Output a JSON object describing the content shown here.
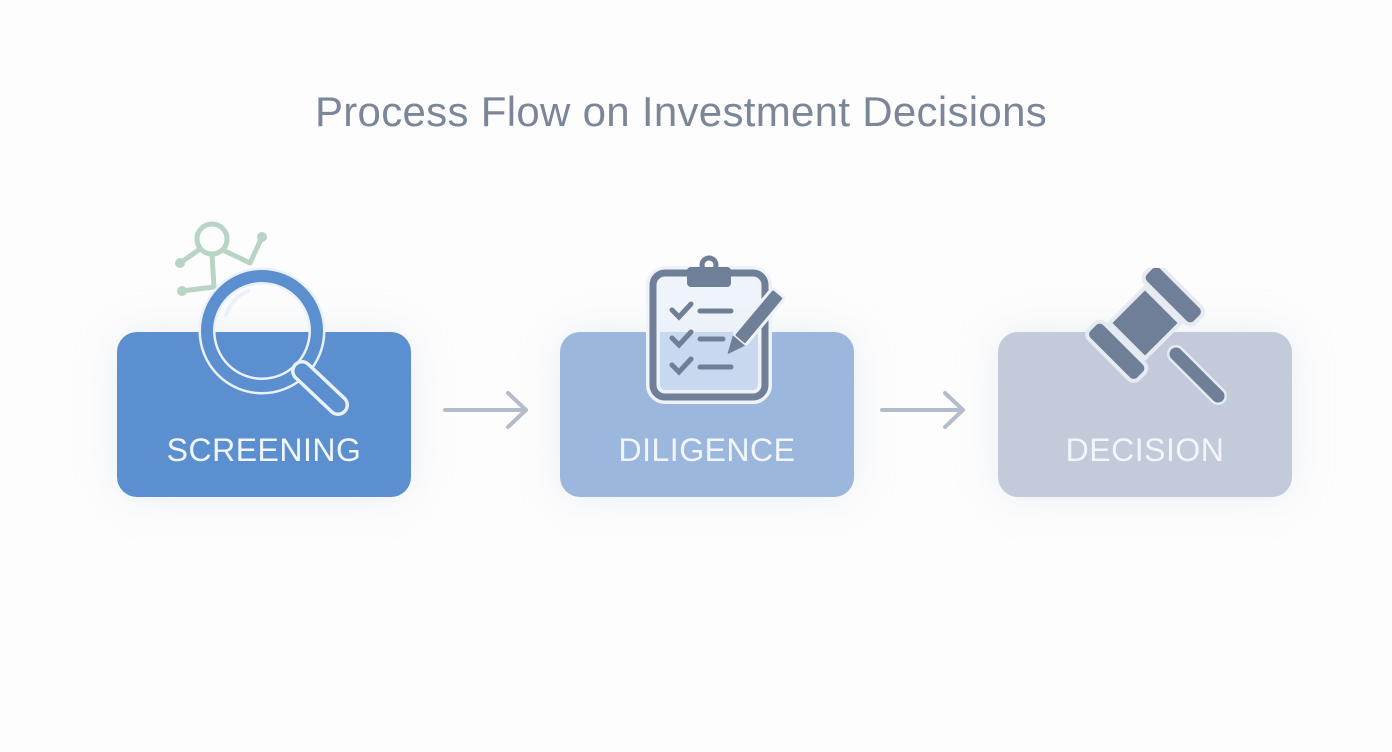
{
  "title": "Process Flow on Investment Decisions",
  "steps": [
    {
      "label": "SCREENING",
      "icon": "magnifier-icon",
      "color": "#5b8fd0"
    },
    {
      "label": "DILIGENCE",
      "icon": "clipboard-checklist-icon",
      "color": "#9cb7de"
    },
    {
      "label": "DECISION",
      "icon": "gavel-icon",
      "color": "#c3cad9"
    }
  ],
  "arrow_color": "#b3bccb"
}
